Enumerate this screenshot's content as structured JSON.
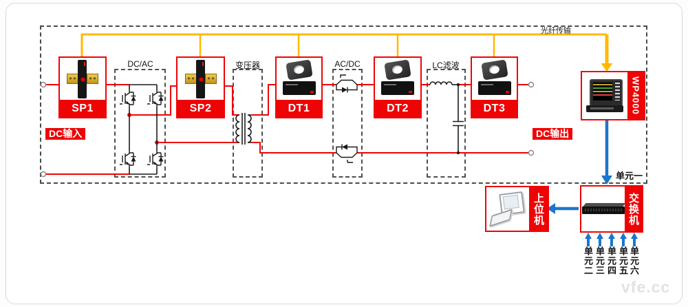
{
  "labels": {
    "fiber": "光纤传输",
    "dc_input": "DC输入",
    "dc_output": "DC输出",
    "unit_one": "单元一",
    "watermark": "vfe.cc"
  },
  "blocks": {
    "dcac": "DC/AC",
    "transformer": "变压器",
    "acdc": "AC/DC",
    "lc": "LC滤波"
  },
  "sensors": {
    "sp1": "SP1",
    "sp2": "SP2",
    "dt1": "DT1",
    "dt2": "DT2",
    "dt3": "DT3"
  },
  "devices": {
    "analyzer": "WP4000",
    "switch": "交换机",
    "host": "上位机"
  },
  "units": {
    "u2": "单元二",
    "u3": "单元三",
    "u4": "单元四",
    "u5": "单元五",
    "u6": "单元六"
  },
  "icons": {
    "sp_sensor": "shunt-sensor-icon",
    "dt_sensor": "current-sensor-icon",
    "analyzer": "power-analyzer-icon",
    "switch": "network-switch-icon",
    "host": "computer-icon"
  },
  "colors": {
    "accent_red": "#ee0404",
    "fiber_yellow": "#ffb900",
    "ethernet_blue": "#1b76cc",
    "dash_gray": "#4a4a4a"
  }
}
